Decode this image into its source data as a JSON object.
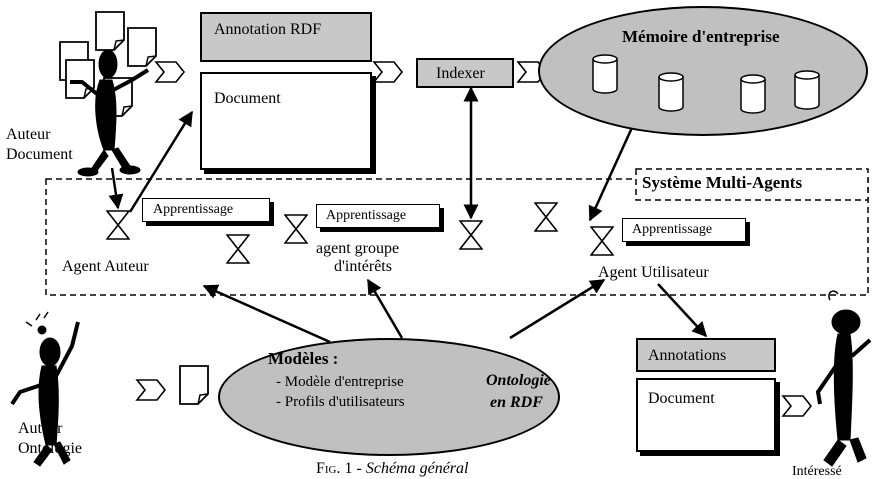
{
  "top": {
    "annotation_rdf": "Annotation RDF",
    "document": "Document",
    "indexer": "Indexer",
    "memoire": "Mémoire d'entreprise"
  },
  "auteur_document": {
    "line1": "Auteur",
    "line2": "Document"
  },
  "mas": {
    "title": "Système Multi-Agents",
    "apprentissage": "Apprentissage",
    "agent_auteur": "Agent Auteur",
    "agent_groupe_line1": "agent groupe",
    "agent_groupe_line2": "d'intérêts",
    "agent_utilisateur": "Agent Utilisateur"
  },
  "modeles": {
    "title": "Modèles :",
    "item1": "- Modèle d'entreprise",
    "item2": "- Profils d'utilisateurs",
    "ontologie_line1": "Ontologie",
    "ontologie_line2": "en RDF"
  },
  "auteur_ontologie": {
    "line1": "Auteur",
    "line2": "Ontologie"
  },
  "right_doc": {
    "annotations": "Annotations",
    "document": "Document"
  },
  "interesse": "Intéressé",
  "caption": {
    "fig": "Fig. 1 - ",
    "text": "Schéma général"
  }
}
